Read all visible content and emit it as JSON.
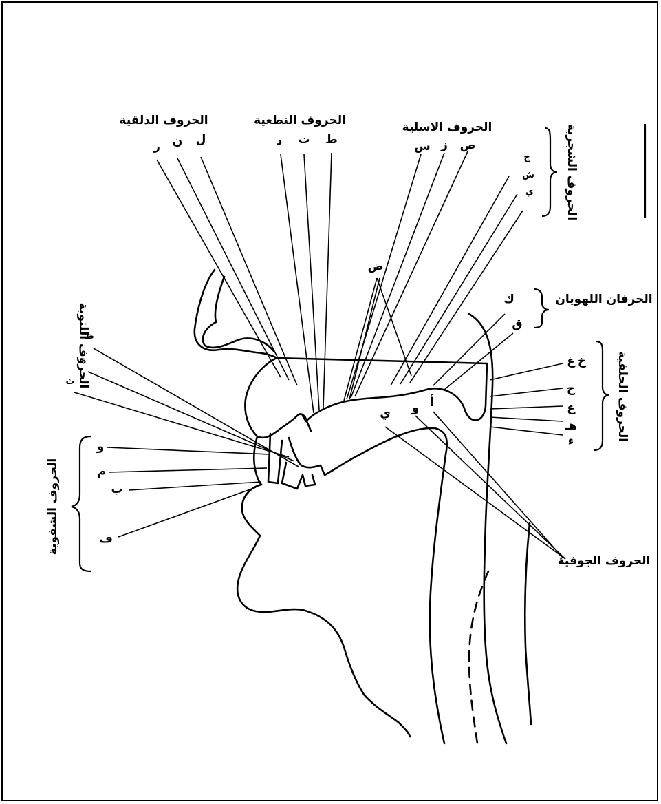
{
  "groups": {
    "dhalqiyya": "الحروف الذلقية",
    "nitiyya": "الحروف النطعية",
    "asaliyya": "الحروف الاسلية",
    "shajariyya": "الحروف الشجرية",
    "lahawiyyan": "الحرفان اللهويان",
    "halqiyya": "الحروف الحلقية",
    "lathawiyya": "الحروف اللثوية",
    "shafawiyya": "الحروف الشفوية",
    "jawfiyya": "الحروف الجوفية"
  },
  "letters": {
    "dhalqiyya": [
      "ر",
      "ن",
      "ل"
    ],
    "nitiyya": [
      "د",
      "ت",
      "ط"
    ],
    "asaliyya": [
      "س",
      "ز",
      "ص"
    ],
    "shajariyya": [
      "ج",
      "ش",
      "ي"
    ],
    "lahawiyyan": [
      "ك",
      "ق"
    ],
    "halqiyya": [
      "غ",
      "خ",
      "ح",
      "ع",
      "هـ",
      "ء"
    ],
    "lathawiyya": [
      "ظ",
      "ذ",
      "ث"
    ],
    "shafawiyya": [
      "و",
      "م",
      "ب",
      "ف"
    ],
    "jawfiyya": [
      "أ",
      "و",
      "ي"
    ],
    "dad": "ض"
  }
}
